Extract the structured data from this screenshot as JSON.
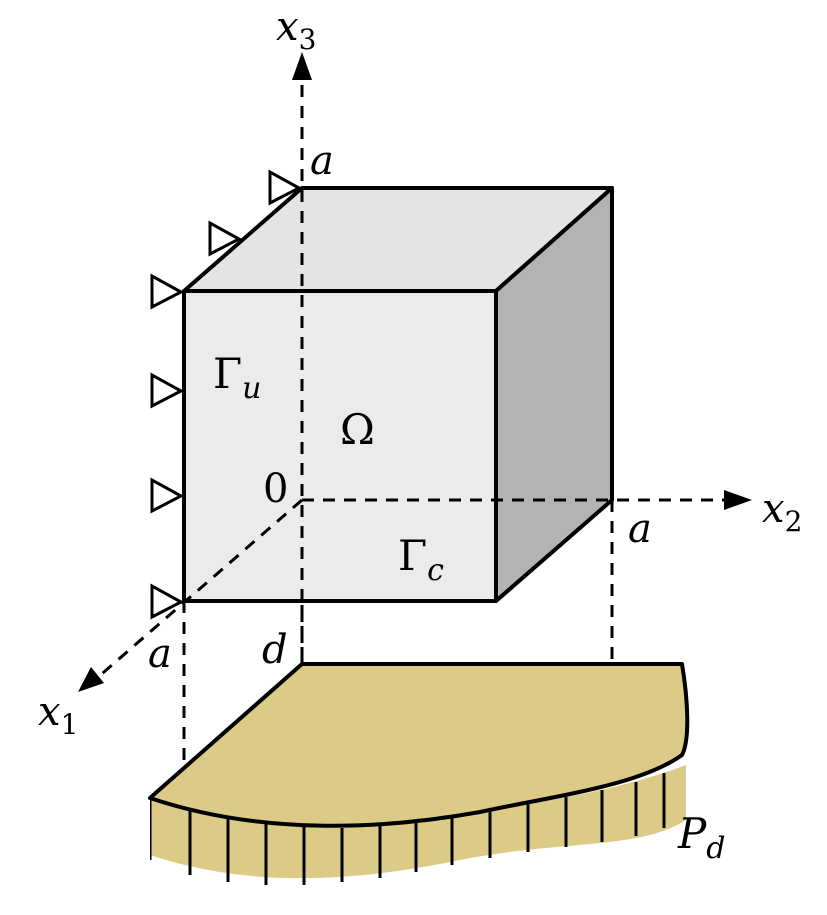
{
  "labels": {
    "x3_base": "x",
    "x3_sub": "3",
    "x2_base": "x",
    "x2_sub": "2",
    "x1_base": "x",
    "x1_sub": "1",
    "a_top": "a",
    "a_right": "a",
    "a_front": "a",
    "origin": "0",
    "d": "d",
    "omega": "Ω",
    "gamma_u_base": "Γ",
    "gamma_u_sub": "u",
    "gamma_c_base": "Γ",
    "gamma_c_sub": "c",
    "pd_base": "P",
    "pd_sub": "d"
  },
  "colors": {
    "face_front": "#ebebeb",
    "face_top": "#e4e4e4",
    "face_side": "#b3b3b3",
    "foundation": "#dccb87",
    "stroke": "#000000"
  }
}
